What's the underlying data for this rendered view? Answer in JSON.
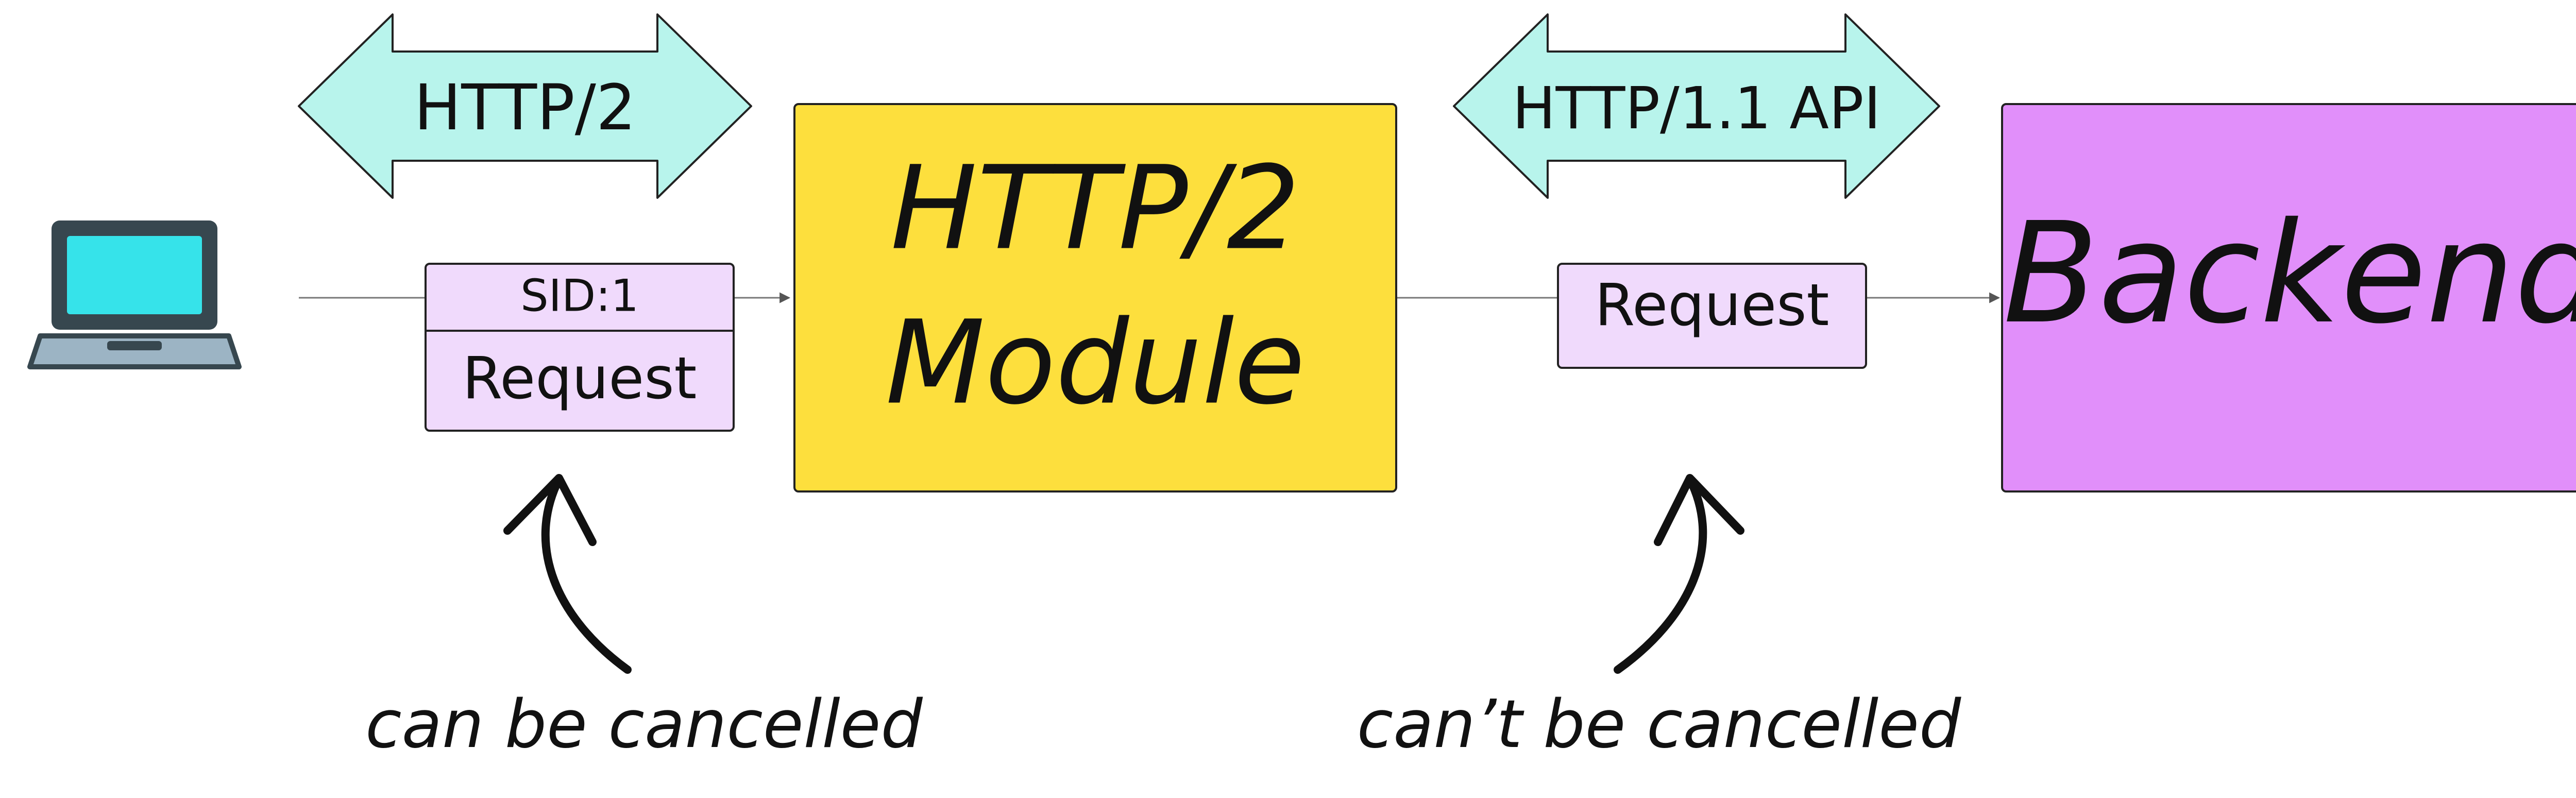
{
  "arrows": {
    "left_label": "HTTP/2",
    "right_label": "HTTP/1.1 API"
  },
  "request_left": {
    "header": "SID:1",
    "label": "Request"
  },
  "request_right": {
    "label": "Request"
  },
  "module": {
    "line1": "HTTP/2",
    "line2": "Module"
  },
  "backend": {
    "label": "Backend"
  },
  "annotations": {
    "left": "can be cancelled",
    "right": "can’t be cancelled"
  },
  "colors": {
    "arrow_fill": "#b8f4ec",
    "request_fill": "#f0dafc",
    "module_fill": "#fddf3d",
    "backend_fill": "#e18ffa",
    "laptop_screen": "#36e3ea",
    "laptop_body": "#9cb4c4",
    "laptop_frame": "#37474f"
  },
  "icons": {
    "client": "laptop-icon",
    "arrow_left": "double-arrow-icon",
    "arrow_right": "double-arrow-icon",
    "curve_left": "curved-arrow-icon",
    "curve_right": "curved-arrow-icon"
  }
}
